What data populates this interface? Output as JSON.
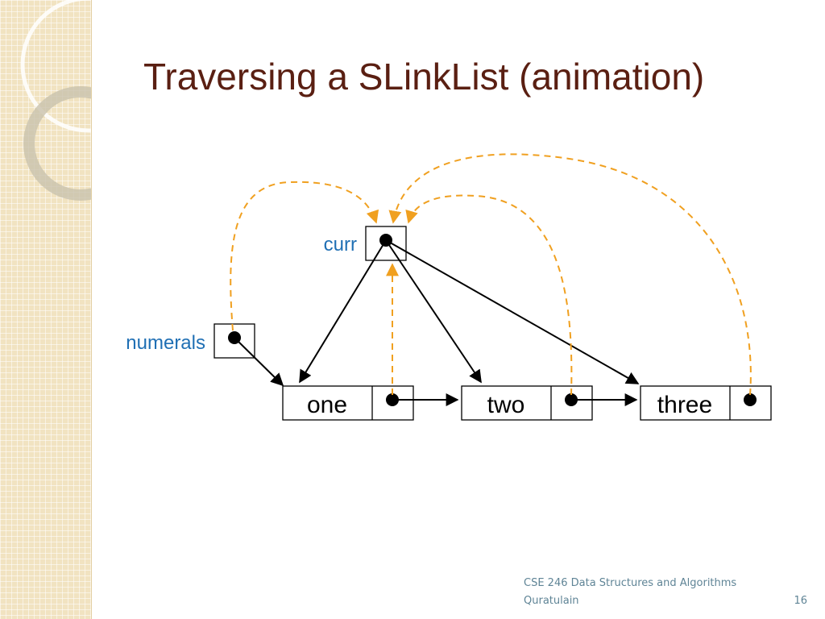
{
  "slide": {
    "title": "Traversing a SLinkList (animation)",
    "page_number": "16"
  },
  "footer": {
    "line1": "CSE 246 Data Structures and Algorithms",
    "line2": "Quratulain"
  },
  "diagram": {
    "labels": {
      "curr": "curr",
      "numerals": "numerals"
    },
    "nodes": [
      {
        "value": "one"
      },
      {
        "value": "two"
      },
      {
        "value": "three"
      }
    ],
    "colors": {
      "label": "#1f6fb4",
      "dashed_arrow": "#f0a020",
      "arrow": "#000000",
      "title": "#5a1f12"
    }
  }
}
